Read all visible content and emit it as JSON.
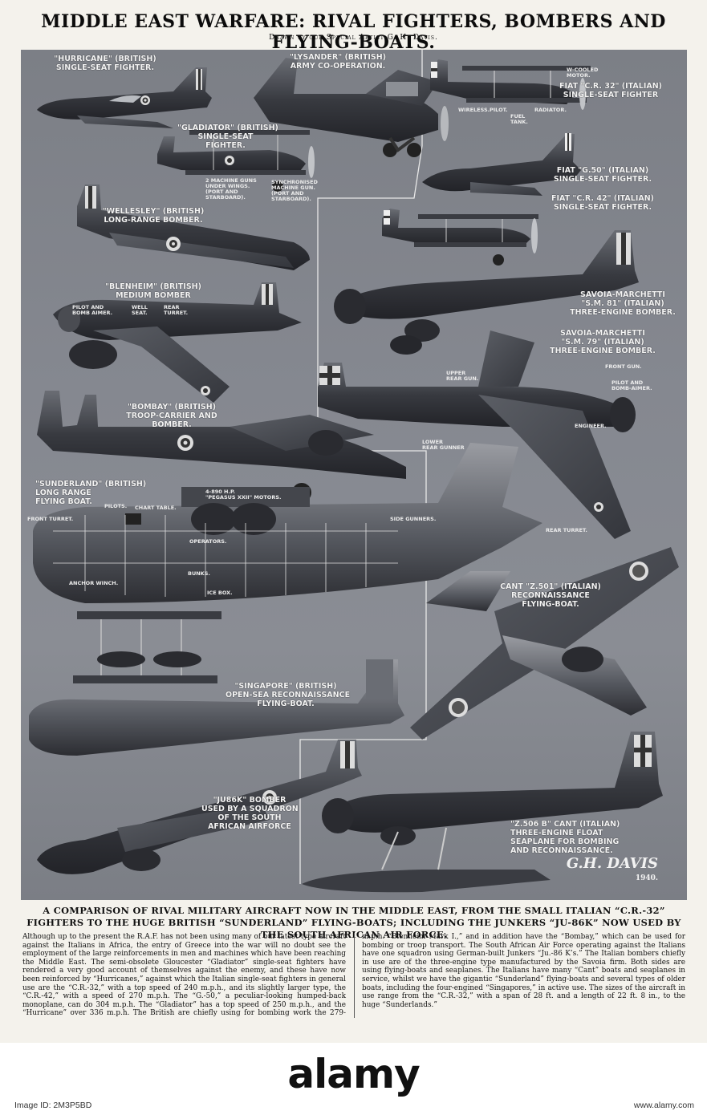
{
  "headline": "MIDDLE EAST WARFARE: RIVAL FIGHTERS, BOMBERS AND FLYING-BOATS.",
  "byline": "Drawn by our Special Artist G. H. Davis.",
  "aircraft_labels": {
    "hurricane": "\"HURRICANE\" (BRITISH)\nSINGLE-SEAT FIGHTER.",
    "lysander": "\"LYSANDER\" (BRITISH)\nARMY CO-OPERATION.",
    "cr32": "FIAT \"C.R. 32\" (ITALIAN)\nSINGLE-SEAT FIGHTER",
    "gladiator": "\"GLADIATOR\" (BRITISH)\nSINGLE-SEAT\nFIGHTER.",
    "g50": "FIAT \"G.50\" (ITALIAN)\nSINGLE-SEAT FIGHTER.",
    "cr42": "FIAT \"C.R. 42\" (ITALIAN)\nSINGLE-SEAT FIGHTER.",
    "wellesley": "\"WELLESLEY\" (BRITISH)\nLONG-RANGE BOMBER.",
    "sm81": "SAVOIA-MARCHETTI\n\"S.M. 81\" (ITALIAN)\nTHREE-ENGINE BOMBER.",
    "blenheim": "\"BLENHEIM\" (BRITISH)\nMEDIUM BOMBER",
    "sm79": "SAVOIA-MARCHETTI\n\"S.M. 79\" (ITALIAN)\nTHREE-ENGINE BOMBER.",
    "bombay": "\"BOMBAY\" (BRITISH)\nTROOP-CARRIER AND\nBOMBER.",
    "sunderland": "\"SUNDERLAND\" (BRITISH)\nLONG RANGE\nFLYING BOAT.",
    "cant501": "CANT \"Z.501\" (ITALIAN)\nRECONNAISSANCE\nFLYING-BOAT.",
    "singapore": "\"SINGAPORE\" (BRITISH)\nOPEN-SEA RECONNAISSANCE\nFLYING-BOAT.",
    "ju86": "\"JU86K\" BOMBER\nUSED BY A SQUADRON\nOF THE SOUTH\nAFRICAN AIRFORCE",
    "z506": "\"Z.506 B\" CANT (ITALIAN)\nTHREE-ENGINE FLOAT\nSEAPLANE FOR BOMBING\nAND RECONNAISSANCE."
  },
  "detail_labels": {
    "wcooled": "W-COOLED\nMOTOR.",
    "wireless": "WIRELESS.",
    "pilot": "PILOT.",
    "fueltank": "FUEL\nTANK.",
    "radiator": "RADIATOR.",
    "guns_under": "2 MACHINE GUNS\nUNDER WINGS.\n(PORT AND\nSTARBOARD).",
    "sync_gun": "SYNCHRONISED\nMACHINE GUN.\n(PORT AND\nSTARBOARD).",
    "pilot_bomb": "PILOT AND\nBOMB AIMER.",
    "well_seat": "WELL\nSEAT.",
    "rear_turret_bl": "REAR\nTURRET.",
    "upper_rear": "UPPER\nREAR GUN.",
    "front_gun": "FRONT GUN.",
    "pilot_bomb2": "PILOT AND\nBOMB-AIMER.",
    "engineer": "ENGINEER.",
    "lower_rear": "LOWER\nREAR GUNNER",
    "engines": "4-890 H.P.\n\"PEGASUS XXII\" MOTORS.",
    "pilots": "PILOTS.",
    "chart_table": "CHART TABLE.",
    "front_turret": "FRONT TURRET.",
    "side_gunners": "SIDE GUNNERS.",
    "rear_turret": "REAR TURRET.",
    "operators": "OPERATORS.",
    "bunks": "BUNKS.",
    "anchor_winch": "ANCHOR WINCH.",
    "ice_box": "ICE BOX."
  },
  "signature": "G.H. DAVIS",
  "signature_year": "1940.",
  "caption": "A COMPARISON OF RIVAL MILITARY AIRCRAFT NOW IN THE MIDDLE EAST, FROM THE SMALL ITALIAN “C.R.-32” FIGHTERS TO THE HUGE BRITISH “SUNDERLAND” FLYING-BOATS; INCLUDING THE JUNKERS “JU-86K” NOW USED BY THE SOUTH AFRICAN AIR FORCE.",
  "body": "Although up to the present the R.A.F. has not been using many of our latest type aircraft against the Italians in Africa, the entry of Greece into the war will no doubt see the employment of the large reinforcements in men and machines which have been reaching the Middle East. The semi-obsolete Gloucester “Gladiator” single-seat fighters have rendered a very good account of themselves against the enemy, and these have now been reinforced by “Hurricanes,” against which the Italian single-seat fighters in general use are the “C.R.-32,” with a top speed of 240 m.p.h., and its slightly larger type, the “C.R.-42,” with a speed of 270 m.p.h. The “G.-50,” a peculiar-looking humped-back monoplane, can do 304 m.p.h. The “Gladiator” has a top speed of 250 m.p.h., and the “Hurricane” over 336 m.p.h. The British are chiefly using for bombing work the 279-m.p.h. “Blenheim Mark I.,” and in addition have the “Bombay,” which can be used for bombing or troop transport. The South African Air Force operating against the Italians have one squadron using German-built Junkers “Ju.-86 K’s.” The Italian bombers chiefly in use are of the three-engine type manufactured by the Savoia firm. Both sides are using flying-boats and seaplanes. The Italians have many “Cant” boats and seaplanes in service, whilst we have the gigantic “Sunderland” flying-boats and several types of older boats, including the four-engined “Singapores,” in active use. The sizes of the aircraft in use range from the “C.R.-32,” with a span of 28 ft. and a length of 22 ft. 8 in., to the huge “Sunderlands.”",
  "watermark": "alamy",
  "footer_left": "Image ID: 2M3P5BD",
  "footer_right": "www.alamy.com",
  "colors": {
    "plate": "#858890",
    "aircraft_dark": "#2e3036",
    "aircraft_mid": "#4a4d54",
    "roundel_red": "#1a1a1a",
    "highlight": "#d8d8d8"
  }
}
